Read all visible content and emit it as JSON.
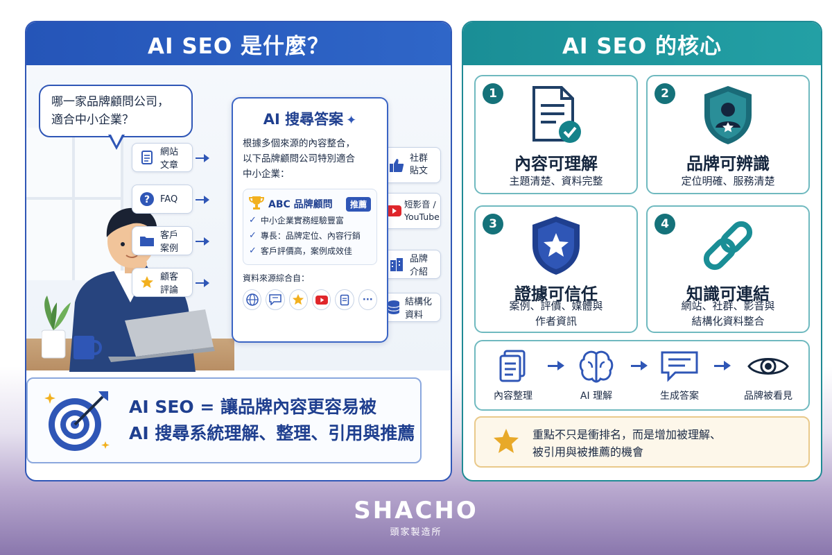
{
  "left_panel": {
    "title": "AI SEO 是什麼？",
    "question_line1": "哪一家品牌顧問公司，",
    "question_line2": "適合中小企業？",
    "sources_left": [
      {
        "label": "網站文章",
        "icon": "document-icon"
      },
      {
        "label": "FAQ",
        "icon": "question-icon"
      },
      {
        "label": "客戶案例",
        "icon": "folder-icon"
      },
      {
        "label": "顧客評論",
        "icon": "star-icon"
      }
    ],
    "sources_right": [
      {
        "label_line1": "社群",
        "label_line2": "貼文",
        "icon": "thumbs-up-icon"
      },
      {
        "label_line1": "短影音 /",
        "label_line2": "YouTube",
        "icon": "youtube-icon"
      },
      {
        "label_line1": "品牌介紹",
        "label_line2": "",
        "icon": "building-icon"
      },
      {
        "label_line1": "結構化資料",
        "label_line2": "",
        "icon": "database-icon"
      }
    ],
    "answer": {
      "title": "AI 搜尋答案",
      "desc_line1": "根據多個來源的內容整合，",
      "desc_line2": "以下品牌顧問公司特別適合",
      "desc_line3": "中小企業：",
      "rec_name": "ABC 品牌顧問",
      "rec_badge": "推薦",
      "rec_items": [
        "中小企業實務經驗豐富",
        "專長：品牌定位、內容行銷",
        "客戶評價高，案例成效佳"
      ],
      "sources_label": "資料來源綜合自：",
      "source_icons": [
        "globe-icon",
        "chat-icon",
        "star-icon",
        "youtube-icon",
        "document-icon",
        "more-icon"
      ]
    },
    "summary_line1": "AI SEO = 讓品牌內容更容易被",
    "summary_line2": "AI 搜尋系統理解、整理、引用與推薦"
  },
  "right_panel": {
    "title": "AI SEO 的核心",
    "cards": [
      {
        "num": "1",
        "title": "內容可理解",
        "sub_line1": "主題清楚、資料完整",
        "sub_line2": ""
      },
      {
        "num": "2",
        "title": "品牌可辨識",
        "sub_line1": "定位明確、服務清楚",
        "sub_line2": ""
      },
      {
        "num": "3",
        "title": "證據可信任",
        "sub_line1": "案例、評價、媒體與",
        "sub_line2": "作者資訊"
      },
      {
        "num": "4",
        "title": "知識可連結",
        "sub_line1": "網站、社群、影音與",
        "sub_line2": "結構化資料整合"
      }
    ],
    "flow": [
      "內容整理",
      "AI 理解",
      "生成答案",
      "品牌被看見"
    ],
    "note_line1": "重點不只是衝排名，而是增加被理解、",
    "note_line2": "被引用與被推薦的機會"
  },
  "brand": {
    "name": "SHACHO",
    "tagline": "頭家製造所"
  },
  "colors": {
    "left_accent": "#2f56b6",
    "right_accent": "#1a8e96",
    "note_border": "#e9c98a"
  }
}
